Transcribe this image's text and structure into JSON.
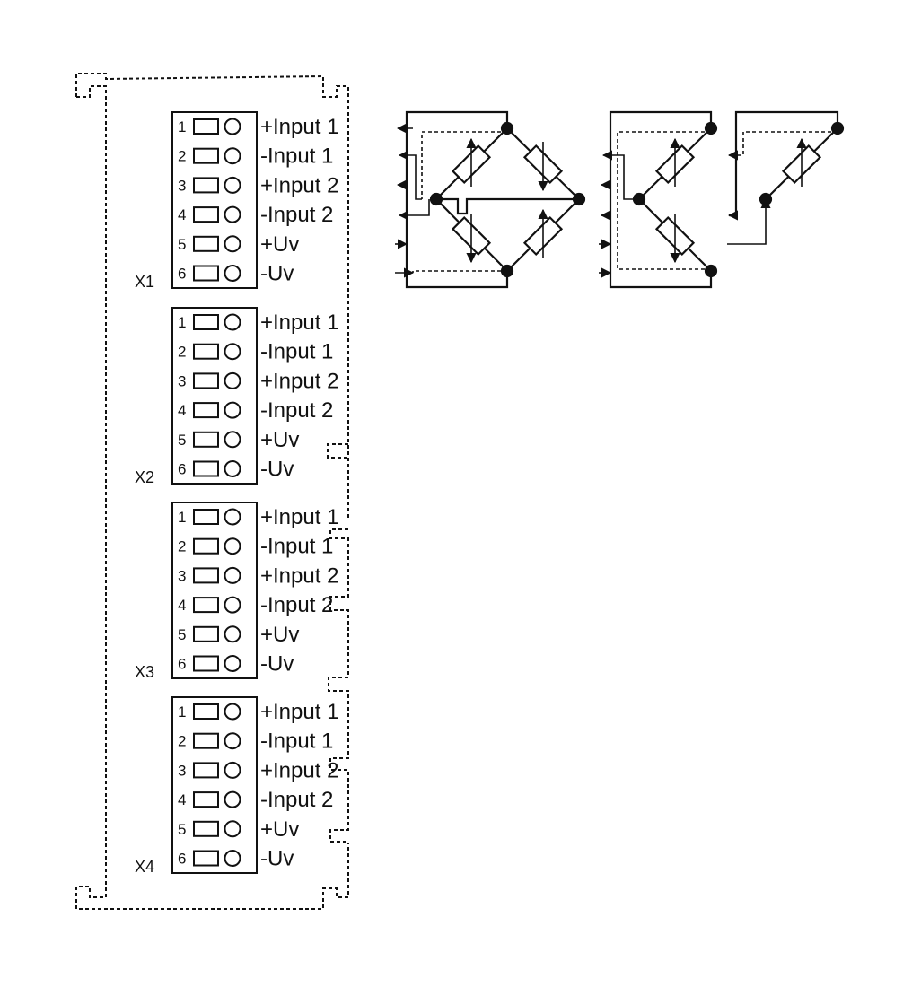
{
  "connectors": [
    {
      "label": "X1",
      "terminals": [
        {
          "num": "1",
          "signal": "+Input 1"
        },
        {
          "num": "2",
          "signal": "-Input 1"
        },
        {
          "num": "3",
          "signal": "+Input 2"
        },
        {
          "num": "4",
          "signal": "-Input 2"
        },
        {
          "num": "5",
          "signal": "+Uv"
        },
        {
          "num": "6",
          "signal": "-Uv"
        }
      ]
    },
    {
      "label": "X2",
      "terminals": [
        {
          "num": "1",
          "signal": "+Input 1"
        },
        {
          "num": "2",
          "signal": "-Input 1"
        },
        {
          "num": "3",
          "signal": "+Input 2"
        },
        {
          "num": "4",
          "signal": "-Input 2"
        },
        {
          "num": "5",
          "signal": "+Uv"
        },
        {
          "num": "6",
          "signal": "-Uv"
        }
      ]
    },
    {
      "label": "X3",
      "terminals": [
        {
          "num": "1",
          "signal": "+Input 1"
        },
        {
          "num": "2",
          "signal": "-Input 1"
        },
        {
          "num": "3",
          "signal": "+Input 2"
        },
        {
          "num": "4",
          "signal": "-Input 2"
        },
        {
          "num": "5",
          "signal": "+Uv"
        },
        {
          "num": "6",
          "signal": "-Uv"
        }
      ]
    },
    {
      "label": "X4",
      "terminals": [
        {
          "num": "1",
          "signal": "+Input 1"
        },
        {
          "num": "2",
          "signal": "-Input 1"
        },
        {
          "num": "3",
          "signal": "+Input 2"
        },
        {
          "num": "4",
          "signal": "-Input 2"
        },
        {
          "num": "5",
          "signal": "+Uv"
        },
        {
          "num": "6",
          "signal": "-Uv"
        }
      ]
    }
  ],
  "bridge_diagrams": [
    {
      "name": "full-bridge",
      "resistors": 4
    },
    {
      "name": "half-bridge",
      "resistors": 2
    },
    {
      "name": "quarter-bridge",
      "resistors": 1
    }
  ],
  "colors": {
    "line": "#111111",
    "background": "#ffffff"
  }
}
